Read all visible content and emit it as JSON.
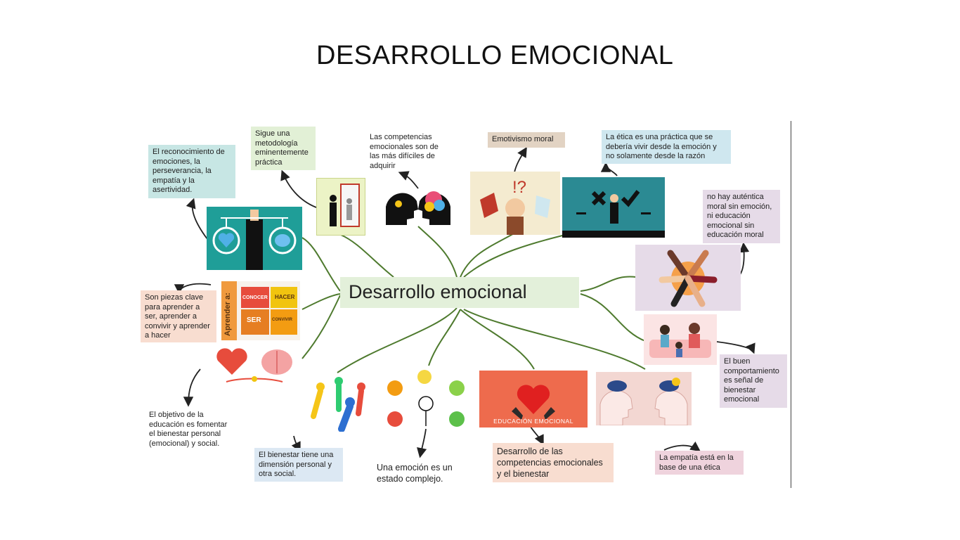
{
  "page": {
    "title": "DESARROLLO EMOCIONAL"
  },
  "mindmap": {
    "center": "Desarrollo emocional",
    "nodes": {
      "reconocimiento": "El reconocimiento de emociones, la perseverancia, la empatía y la asertividad.",
      "metodologia": "Sigue una metodología eminentemente práctica",
      "competencias_dificiles": "Las competencias emocionales son de las más difíciles de adquirir",
      "emotivismo": "Emotivismo moral",
      "etica_practica": "La ética es una práctica que se debería vivir desde la emoción y no solamente desde la razón",
      "autentica_moral": "no hay auténtica moral sin emoción, ni educación emocional sin educación moral",
      "piezas_clave": "Son piezas clave para aprender a ser, aprender a convivir y aprender a hacer",
      "buen_comportamiento": "El buen comportamiento es señal de bienestar emocional",
      "objetivo": "El objetivo de la educación es fomentar el bienestar personal (emocional) y social.",
      "bienestar_dimension": "El bienestar tiene una dimensión personal y otra social.",
      "emocion_estado": "Una emoción es un estado complejo.",
      "desarrollo_competencias": "Desarrollo de las competencias emocionales y el bienestar",
      "empatia_base": "La empatía está en la base de una ética"
    },
    "image_text": {
      "puzzle_side": "Aprender a:",
      "puzzle_conocer": "CONOCER",
      "puzzle_hacer": "HACER",
      "puzzle_ser": "SER",
      "puzzle_convivir": "CONVIVIR",
      "educacion_caption": "EDUCACIÓN EMOCIONAL"
    }
  },
  "colors": {
    "link": "#4e7a2e",
    "arrow": "#222222"
  }
}
